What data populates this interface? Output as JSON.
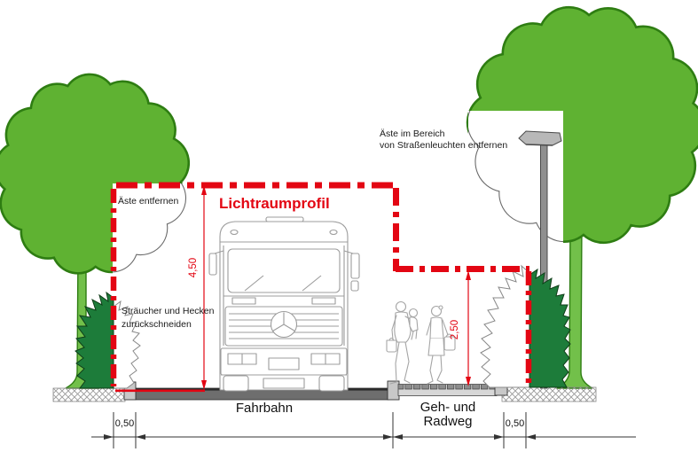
{
  "colors": {
    "profile_red": "#e30613",
    "tree_crown_green": "#5fb232",
    "tree_outline_green": "#2e7d12",
    "trunk_green": "#72c04a",
    "bush_dark_green": "#1d7c3a",
    "road_grey": "#6e6e6e",
    "line_art_grey": "#9c9c9c"
  },
  "annotations": {
    "clearance_title": "Lichtraumprofil",
    "branches_note": "Äste entfernen",
    "streetlight_note_line1": "Äste im Bereich",
    "streetlight_note_line2": "von Straßenleuchten entfernen",
    "shrubs_note_line1": "Sträucher und Hecken",
    "shrubs_note_line2": "zurückschneiden"
  },
  "dimensions": {
    "clearance_height_road": "4,50",
    "clearance_height_path": "2,50",
    "verge_left": "0,50",
    "verge_right": "0,50"
  },
  "ground_labels": {
    "road": "Fahrbahn",
    "path_line1": "Geh- und",
    "path_line2": "Radweg"
  }
}
